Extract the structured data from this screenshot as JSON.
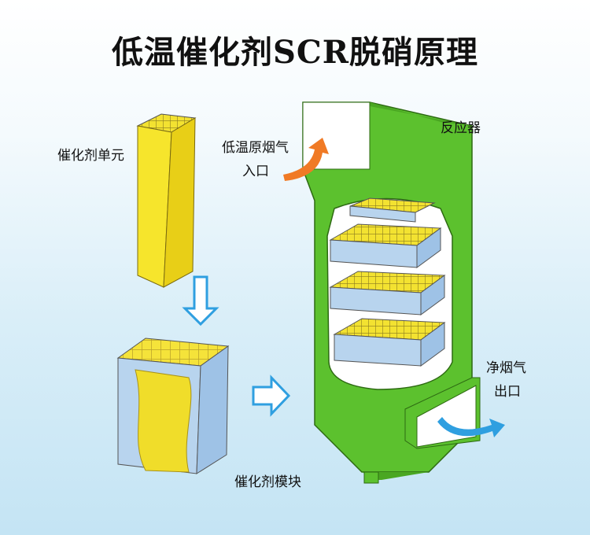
{
  "title": "低温催化剂SCR脱硝原理",
  "labels": {
    "catalyst_unit": "催化剂单元",
    "inlet_line1": "低温原烟气",
    "inlet_line2": "入口",
    "reactor": "反应器",
    "outlet_line1": "净烟气",
    "outlet_line2": "出口",
    "catalyst_module": "催化剂模块"
  },
  "colors": {
    "reactor": "#5cc12e",
    "catalyst": "#f3e231",
    "arrow_blue": "#2f9fe0",
    "arrow_orange": "#f07a25"
  }
}
